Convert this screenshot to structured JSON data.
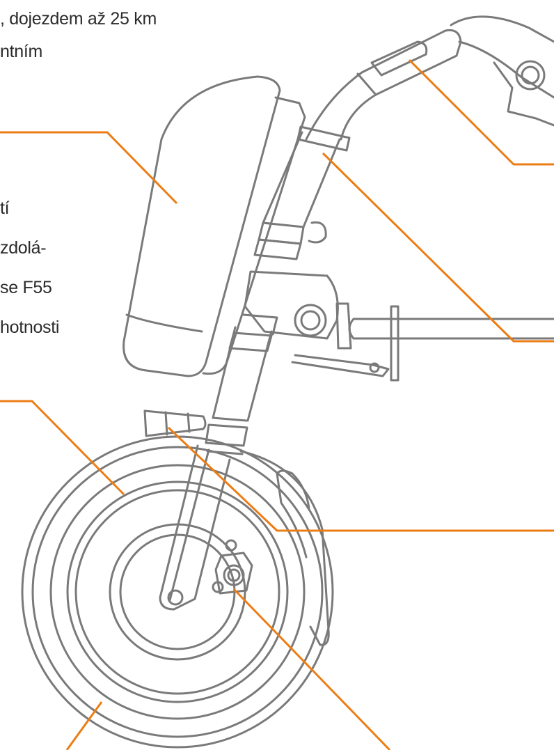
{
  "colors": {
    "accent": "#ec7d14",
    "outline": "#7a7a7a",
    "text": "#2b2b2b",
    "background": "#ffffff"
  },
  "text_fragments": {
    "top_line1": ", dojezdem až 25 km",
    "top_line2": "ntním",
    "mid_line1": "tí",
    "mid_line2": "zdolá-",
    "mid_line3": "se F55",
    "mid_line4": "hotnosti"
  },
  "leader_lines": [
    "handlebar-leader",
    "stem-leader",
    "battery-leader",
    "tire-leader",
    "light-leader",
    "hub-leader",
    "wheel-bottom-leader"
  ]
}
